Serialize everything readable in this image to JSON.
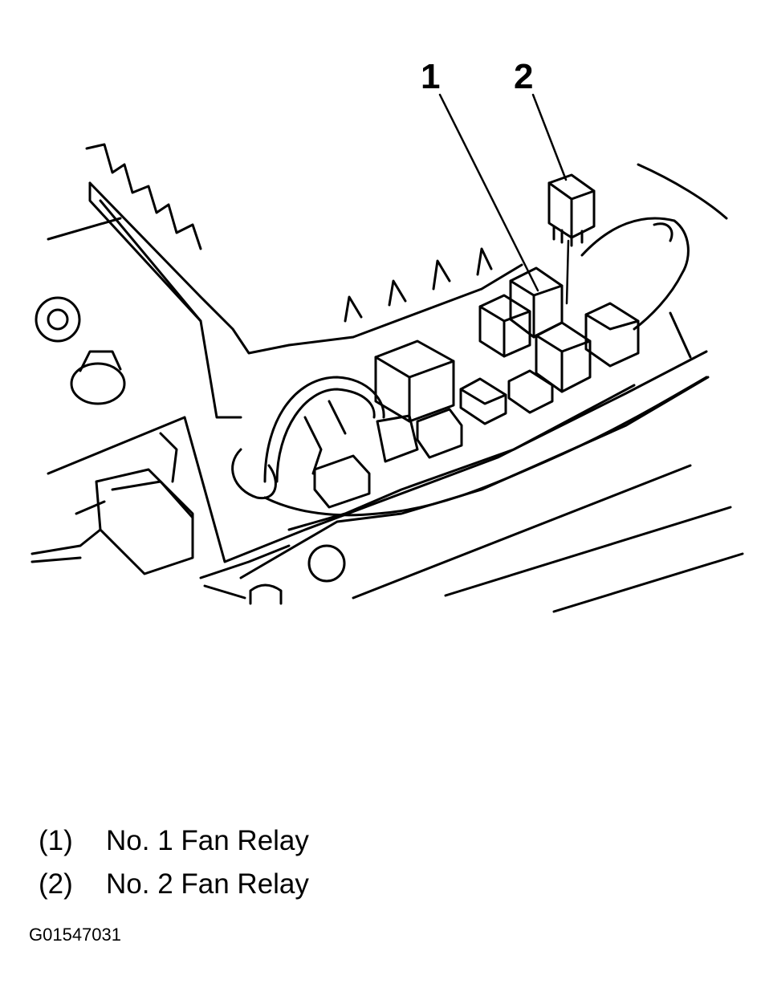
{
  "callouts": [
    {
      "number": "1"
    },
    {
      "number": "2"
    }
  ],
  "legend": [
    {
      "key": "(1)",
      "label": "No. 1 Fan Relay"
    },
    {
      "key": "(2)",
      "label": "No. 2 Fan Relay"
    }
  ],
  "figure_id": "G01547031"
}
